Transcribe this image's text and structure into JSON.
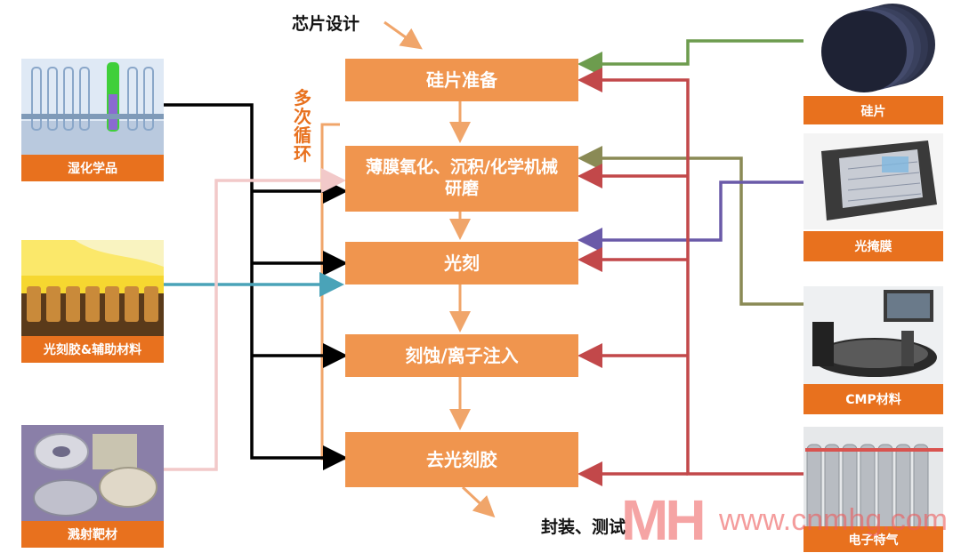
{
  "top": {
    "design_label": "芯片设计",
    "package_label": "封装、测试"
  },
  "loop_label": [
    "多",
    "次",
    "循",
    "环"
  ],
  "processes": [
    {
      "id": "p1",
      "label": "硅片准备"
    },
    {
      "id": "p2",
      "label": "薄膜氧化、沉积/化学机械研磨"
    },
    {
      "id": "p3",
      "label": "光刻"
    },
    {
      "id": "p4",
      "label": "刻蚀/离子注入"
    },
    {
      "id": "p5",
      "label": "去光刻胶"
    }
  ],
  "left_materials": [
    {
      "label": "湿化学品"
    },
    {
      "label": "光刻胶&辅助材料"
    },
    {
      "label": "溅射靶材"
    }
  ],
  "right_materials": [
    {
      "label": "硅片"
    },
    {
      "label": "光掩膜"
    },
    {
      "label": "CMP材料"
    },
    {
      "label": "电子特气"
    }
  ],
  "watermark": {
    "logo": "MH",
    "url": "www.cnmhg.com"
  },
  "colors": {
    "process_fill": "#f0954e",
    "label_fill": "#e8711e",
    "black_line": "#000000",
    "pink_line": "#f2c9c9",
    "teal_line": "#4aa3b8",
    "green_line": "#6d9c4e",
    "olive_line": "#8a8a55",
    "purple_line": "#6a5aa8",
    "red_line": "#c2484a"
  }
}
